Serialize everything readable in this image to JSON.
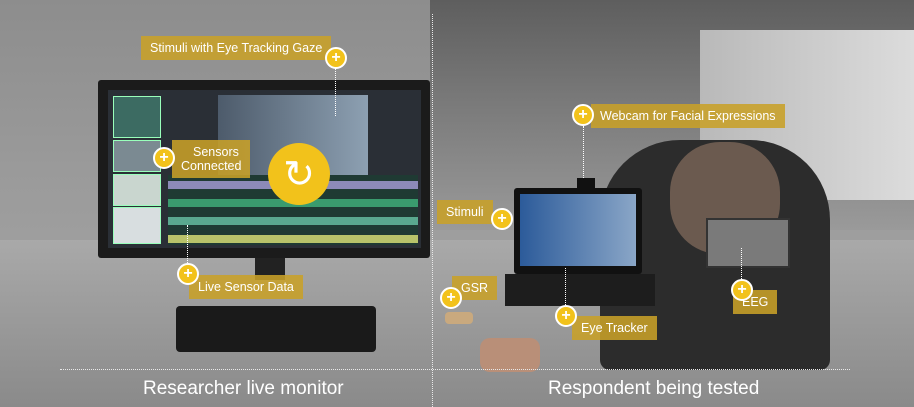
{
  "callouts": {
    "stimuli_eye_tracking": "Stimuli with Eye Tracking Gaze",
    "webcam": "Webcam for Facial Expressions",
    "sensors_connected_line1": "Sensors",
    "sensors_connected_line2": "Connected",
    "stimuli": "Stimuli",
    "gsr": "GSR",
    "live_sensor_data": "Live Sensor Data",
    "eye_tracker": "Eye Tracker",
    "eeg": "EEG"
  },
  "captions": {
    "left": "Researcher live monitor",
    "right": "Respondent being tested"
  },
  "icons": {
    "plus": "plus-icon",
    "sync": "sync-icon"
  },
  "colors": {
    "accent": "#f2c21b",
    "label_bg": "#c8a028"
  }
}
